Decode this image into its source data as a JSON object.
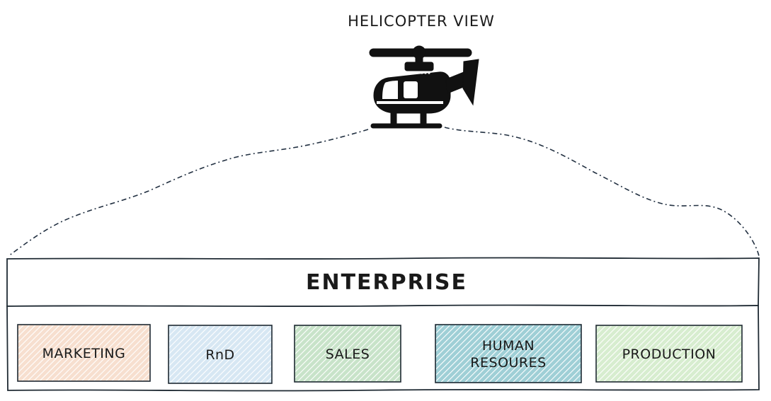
{
  "diagram": {
    "view_label": "HELICOPTER VIEW",
    "enterprise_label": "ENTERPRISE",
    "departments": [
      {
        "lines": [
          "MARKETING"
        ],
        "fill": "#f7dfcf"
      },
      {
        "lines": [
          "RnD"
        ],
        "fill": "#d7e7f3"
      },
      {
        "lines": [
          "SALES"
        ],
        "fill": "#c8e3c9"
      },
      {
        "lines": [
          "HUMAN",
          "RESOURES"
        ],
        "fill": "#9fcfd6"
      },
      {
        "lines": [
          "PRODUCTION"
        ],
        "fill": "#d7edcf"
      }
    ],
    "colors": {
      "ink": "#1f2a33",
      "dash_line": "#223041"
    },
    "icons": {
      "vehicle": "helicopter-icon"
    }
  }
}
